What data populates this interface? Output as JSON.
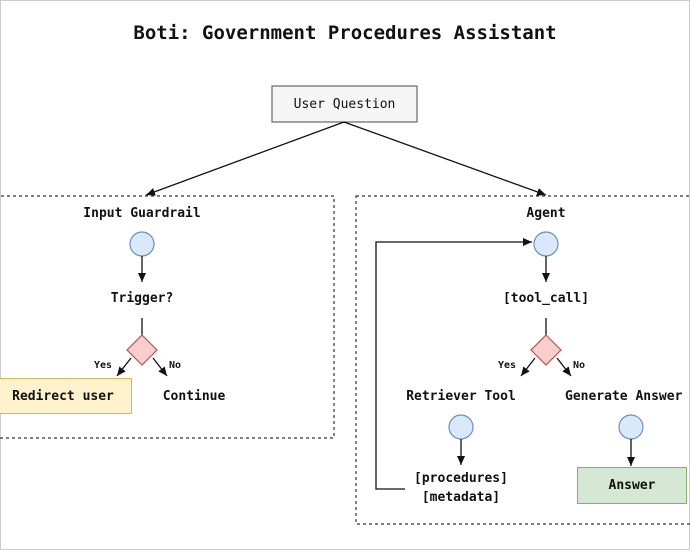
{
  "title": "Boti: Government Procedures Assistant",
  "nodes": {
    "user_question": "User Question",
    "input_guardrail": "Input Guardrail",
    "trigger": "Trigger?",
    "redirect_user": "Redirect user",
    "continue": "Continue",
    "agent": "Agent",
    "tool_call": "[tool_call]",
    "retriever_tool": "Retriever Tool",
    "generate_answer": "Generate Answer",
    "procedures": "[procedures]",
    "metadata": "[metadata]",
    "answer": "Answer"
  },
  "branches": {
    "guardrail_yes": "Yes",
    "guardrail_no": "No",
    "agent_yes": "Yes",
    "agent_no": "No"
  },
  "colors": {
    "line": "#111111",
    "dashed_border": "#333333",
    "user_question_fill": "#f5f5f5",
    "user_question_stroke": "#666666",
    "circle_fill": "#dae8fc",
    "circle_stroke": "#6c8ebf",
    "diamond_fill": "#f8cecc",
    "diamond_stroke": "#b85450",
    "redirect_fill": "#fff2cc",
    "redirect_stroke": "#d6b656",
    "answer_fill": "#d5e8d4",
    "answer_stroke": "#82b366"
  }
}
